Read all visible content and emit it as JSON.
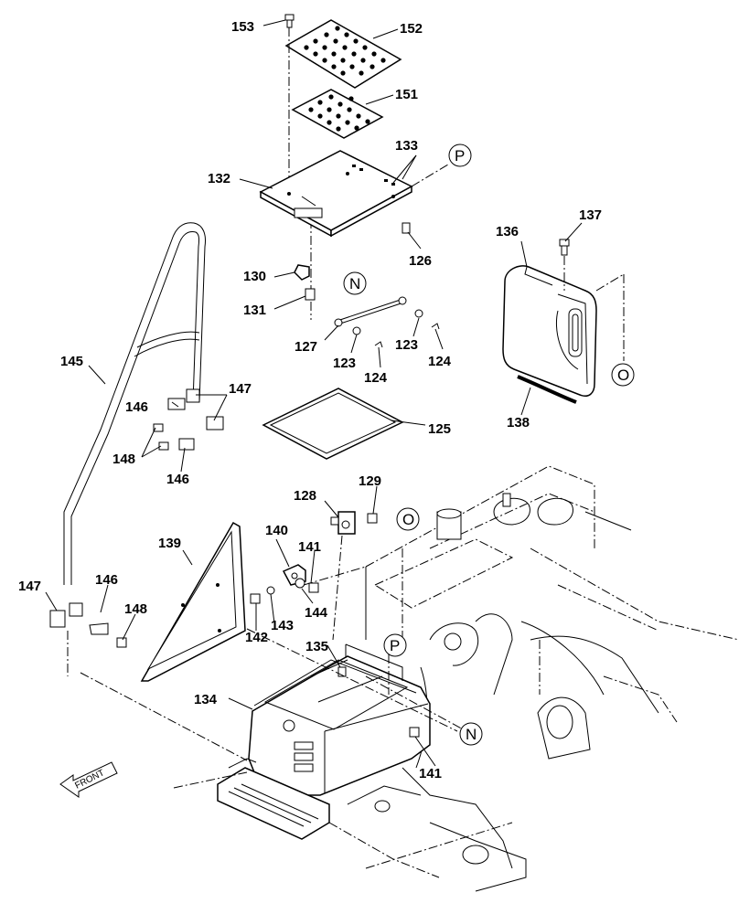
{
  "parts": {
    "p123": "123",
    "p124": "124",
    "p125": "125",
    "p126": "126",
    "p127": "127",
    "p128": "128",
    "p129": "129",
    "p130": "130",
    "p131": "131",
    "p132": "132",
    "p133": "133",
    "p134": "134",
    "p135": "135",
    "p136": "136",
    "p137": "137",
    "p138": "138",
    "p139": "139",
    "p140": "140",
    "p141": "141",
    "p142": "142",
    "p143": "143",
    "p144": "144",
    "p145": "145",
    "p146": "146",
    "p147": "147",
    "p148": "148",
    "p151": "151",
    "p152": "152",
    "p153": "153"
  },
  "refs": {
    "P": "P",
    "N": "N",
    "O": "O"
  },
  "front_label": "FRONT"
}
